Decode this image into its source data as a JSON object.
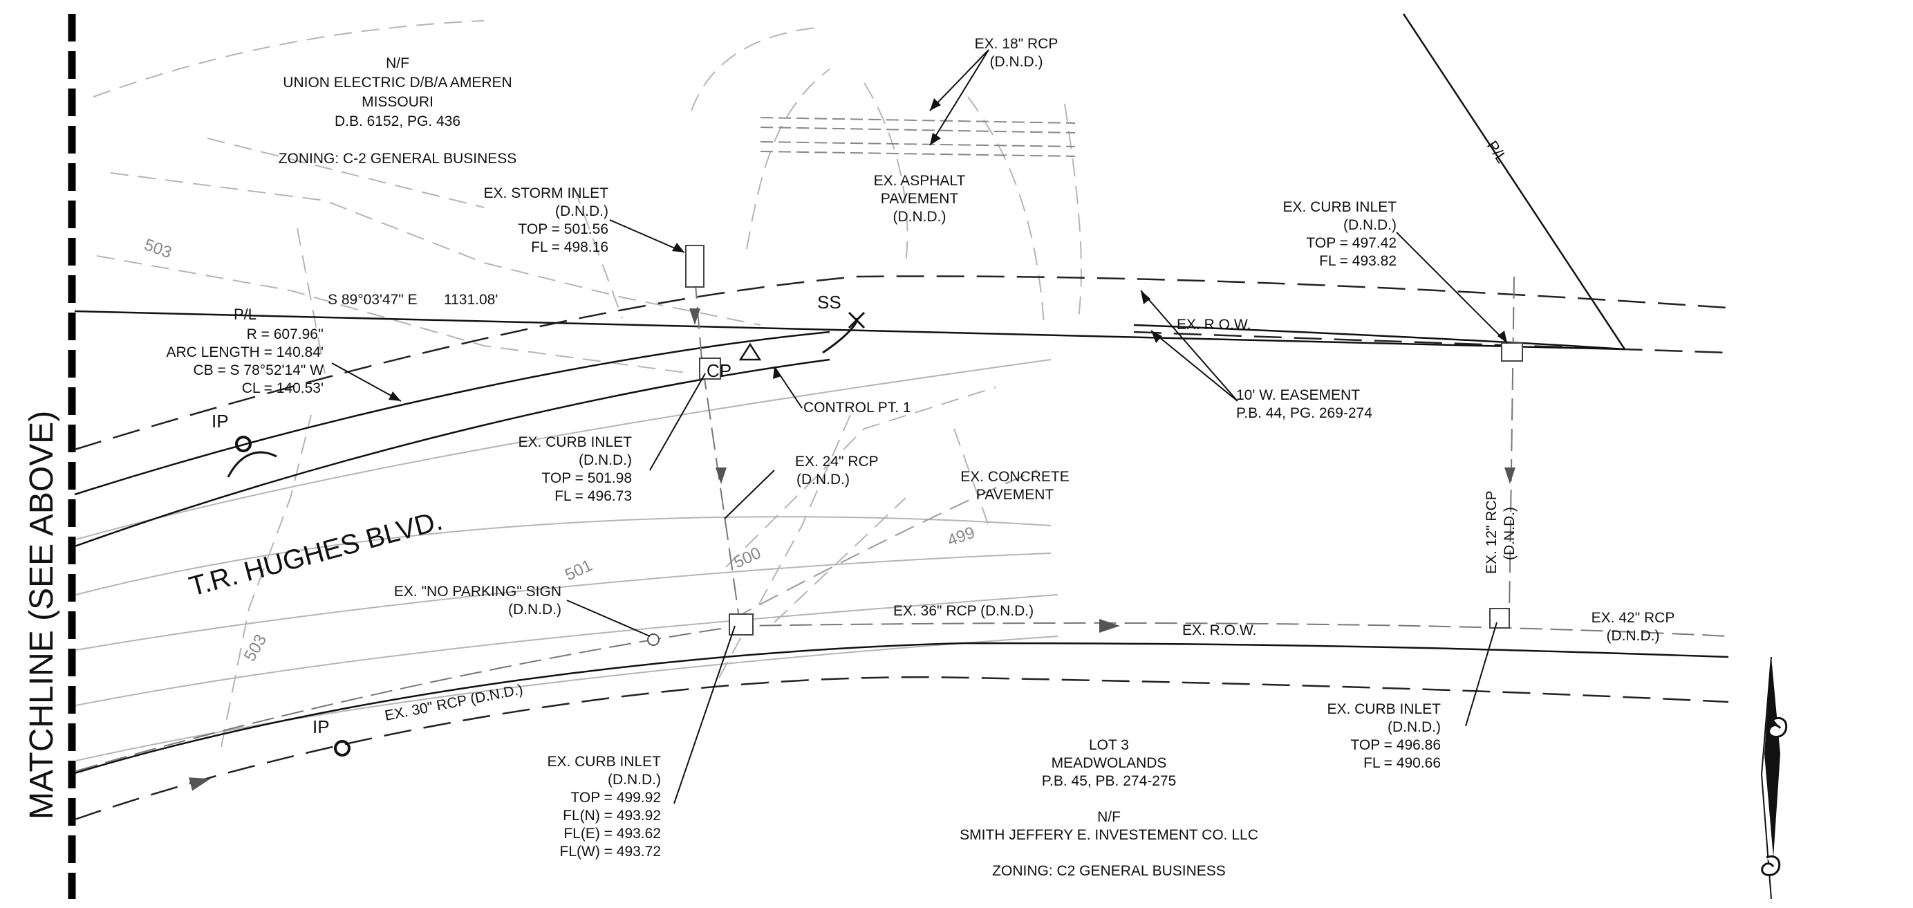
{
  "matchline": "MATCHLINE (SEE ABOVE)",
  "road_name": "T.R. HUGHES BLVD.",
  "north_parcel": [
    "N/F",
    "UNION ELECTRIC D/B/A AMEREN",
    "MISSOURI",
    "D.B. 6152, PG. 436",
    "ZONING: C-2 GENERAL BUSINESS"
  ],
  "south_parcel": [
    "LOT 3",
    "MEADWOLANDS",
    "P.B. 45, PB. 274-275",
    "N/F",
    "SMITH JEFFERY E. INVESTEMENT CO. LLC",
    "ZONING: C2 GENERAL BUSINESS"
  ],
  "bearing": "S 89°03'47\" E",
  "distance": "1131.08'",
  "curve": [
    "R = 607.96''",
    "ARC LENGTH = 140.84'",
    "CB = S 78°52'14\" W",
    "CL = 140.53'"
  ],
  "storm_inlet": [
    "EX. STORM INLET",
    "(D.N.D.)",
    "TOP = 501.56",
    "FL = 498.16"
  ],
  "rcp18": [
    "EX. 18\" RCP",
    "(D.N.D.)"
  ],
  "asphalt": [
    "EX. ASPHALT",
    "PAVEMENT",
    "(D.N.D.)"
  ],
  "curb_inlet_ne": [
    "EX. CURB INLET",
    "(D.N.D.)",
    "TOP = 497.42",
    "FL = 493.82"
  ],
  "row": "EX. R.O.W.",
  "easement": [
    "10' W. EASEMENT",
    "P.B. 44, PG. 269-274"
  ],
  "ss": "SS",
  "cp": "CP",
  "control_pt": "CONTROL PT. 1",
  "ip": "IP",
  "curb_inlet_cp": [
    "EX. CURB INLET",
    "(D.N.D.)",
    "TOP = 501.98",
    "FL = 496.73"
  ],
  "rcp24": [
    "EX. 24\" RCP",
    "(D.N.D.)"
  ],
  "concrete": [
    "EX. CONCRETE",
    "PAVEMENT"
  ],
  "rcp12": [
    "EX. 12\" RCP",
    "(D.N.D.)"
  ],
  "no_parking": [
    "EX. \"NO PARKING\" SIGN",
    "(D.N.D.)"
  ],
  "rcp36": "EX. 36\" RCP (D.N.D.)",
  "rcp42": [
    "EX. 42\" RCP",
    "(D.N.D.)"
  ],
  "rcp30": "EX. 30\" RCP (D.N.D.)",
  "curb_inlet_s": [
    "EX. CURB INLET",
    "(D.N.D.)",
    "TOP = 499.92",
    "FL(N) = 493.92",
    "FL(E) = 493.62",
    "FL(W) = 493.72"
  ],
  "curb_inlet_se": [
    "EX. CURB INLET",
    "(D.N.D.)",
    "TOP = 496.86",
    "FL = 490.66"
  ],
  "contours": [
    "503",
    "501",
    "500",
    "499",
    "503"
  ],
  "pl": "P/L"
}
